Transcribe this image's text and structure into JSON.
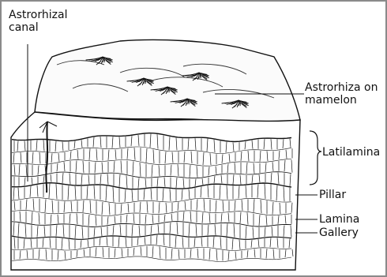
{
  "labels": {
    "astrorhizal_canal": [
      "Astrorhizal",
      "canal"
    ],
    "astrorhiza_on_mamelon": [
      "Astrorhiza on",
      "mamelon"
    ],
    "latilamina": "Latilamina",
    "pillar": "Pillar",
    "lamina": "Lamina",
    "gallery": "Gallery"
  },
  "colors": {
    "line": "#111111",
    "frame": "#8a8a8a",
    "background": "#ffffff"
  }
}
